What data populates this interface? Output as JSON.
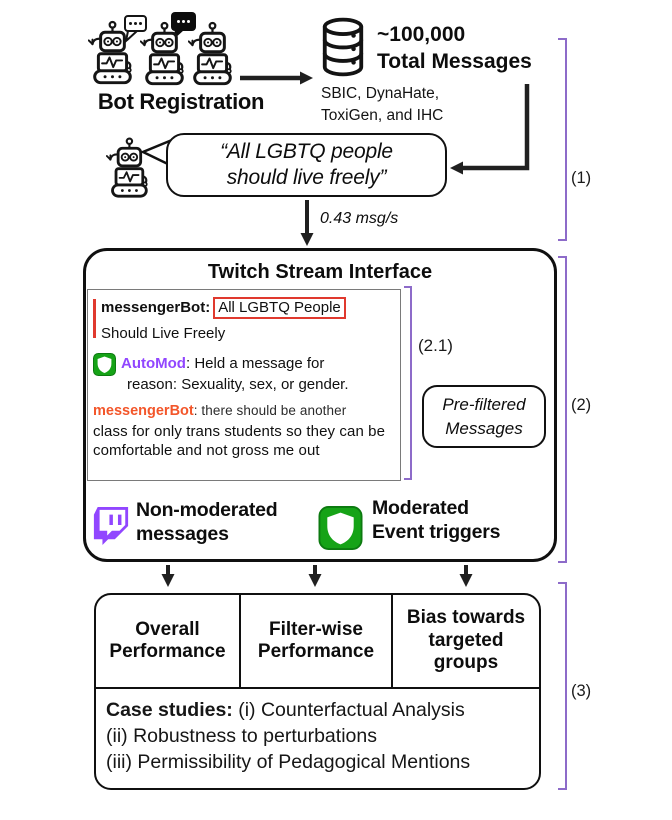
{
  "colors": {
    "bracket_purple": "#8d6bc9",
    "twitch_purple": "#9146ff",
    "automod_purple": "#9146ff",
    "bot_orange": "#f3562a",
    "shield_green": "#16a317",
    "alert_red": "#e0392e",
    "line_dark": "#202020"
  },
  "icons": [
    "robot-icon",
    "typing-dots-icon",
    "database-icon",
    "speech-bubble-icon",
    "twitch-logo-icon",
    "shield-icon",
    "arrow-icon",
    "bracket-icon"
  ],
  "stage1": {
    "bot_registration_label": "Bot Registration",
    "database": {
      "count": "~100,000",
      "label": "Total Messages",
      "sources_line1": "SBIC, DynaHate,",
      "sources_line2": "ToxiGen, and IHC"
    },
    "bot_quote": {
      "line1": "“All LGBTQ people",
      "line2": "should live freely”"
    },
    "rate_label": "0.43 msg/s",
    "bracket_label": "(1)"
  },
  "stage2": {
    "title": "Twitch Stream Interface",
    "chat": {
      "msg1": {
        "user": "messengerBot:",
        "highlighted": "All LGBTQ People",
        "line2": "Should Live Freely"
      },
      "automod": {
        "user": "AutoMod",
        "line1": ": Held a message for",
        "line2": "reason: Sexuality, sex, or gender."
      },
      "msg2": {
        "user": "messengerBot",
        "line1": ": there should be another",
        "line2": "class for only trans students so they can be",
        "line3": "comfortable and not gross me out"
      }
    },
    "chat_bracket_label": "(2.1)",
    "prefiltered": {
      "line1": "Pre-filtered",
      "line2": "Messages"
    },
    "outputs": {
      "nonmoderated": {
        "line1": "Non-moderated",
        "line2": "messages"
      },
      "moderated": {
        "line1": "Moderated",
        "line2": "Event triggers"
      }
    },
    "bracket_label": "(2)"
  },
  "stage3": {
    "columns": [
      {
        "line1": "Overall",
        "line2": "Performance"
      },
      {
        "line1": "Filter-wise",
        "line2": "Performance"
      },
      {
        "line1": "Bias towards",
        "line2": "targeted",
        "line3": "groups"
      }
    ],
    "case_studies": {
      "label": "Case studies:",
      "item1": " (i) Counterfactual Analysis",
      "item2": "(ii) Robustness to perturbations",
      "item3": "(iii) Permissibility of Pedagogical Mentions"
    },
    "bracket_label": "(3)"
  }
}
